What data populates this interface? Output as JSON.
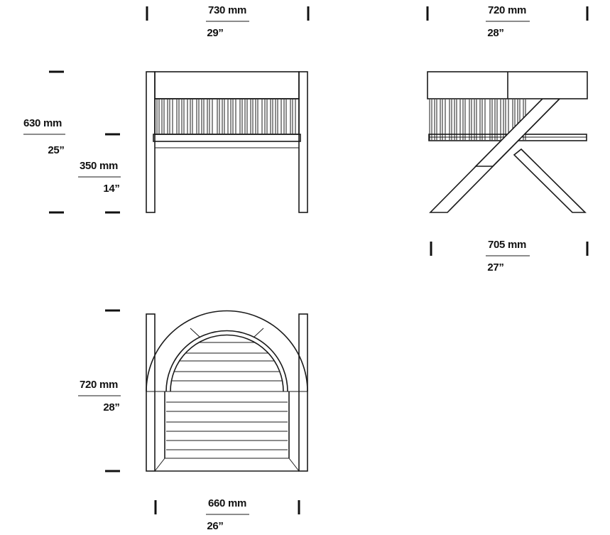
{
  "views": {
    "front": {
      "width_mm": "730 mm",
      "width_in": "29”",
      "height_mm": "630 mm",
      "height_in": "25”",
      "seat_mm": "350 mm",
      "seat_in": "14”"
    },
    "side": {
      "top_mm": "720 mm",
      "top_in": "28”",
      "base_mm": "705 mm",
      "base_in": "27”"
    },
    "plan": {
      "depth_mm": "720 mm",
      "depth_in": "28”",
      "width_mm": "660 mm",
      "width_in": "26”"
    }
  },
  "colors": {
    "line": "#1a1a1a",
    "background": "#ffffff"
  }
}
